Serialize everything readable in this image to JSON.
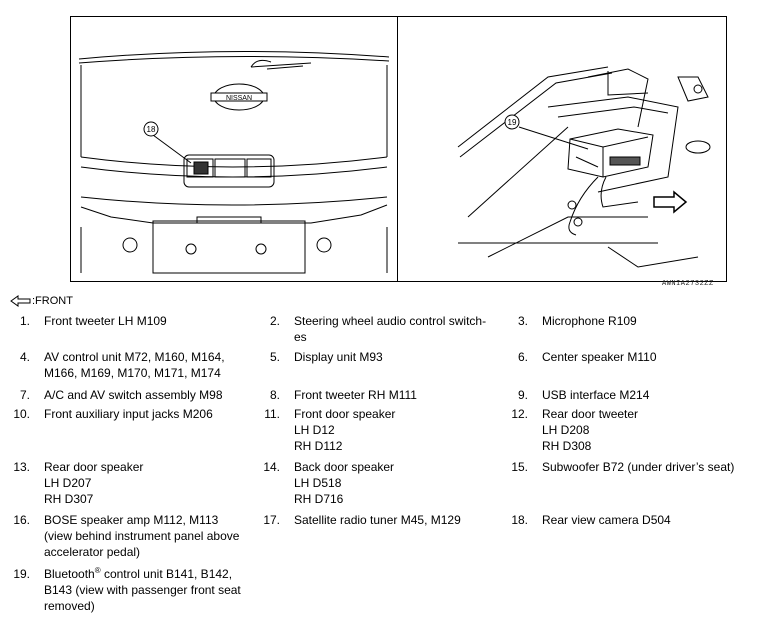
{
  "figure": {
    "left_callout": "18",
    "right_callout": "19",
    "badge_text": "NISSAN",
    "figure_id": "AWNIA2732ZZ"
  },
  "front_label": ":FRONT",
  "legend": [
    {
      "num": "1.",
      "text": "Front tweeter LH M109"
    },
    {
      "num": "2.",
      "text": "Steering wheel audio control switch-\nes"
    },
    {
      "num": "3.",
      "text": "Microphone R109"
    },
    {
      "num": "4.",
      "text": "AV control unit M72, M160, M164,\nM166, M169, M170, M171, M174"
    },
    {
      "num": "5.",
      "text": "Display unit M93"
    },
    {
      "num": "6.",
      "text": "Center speaker M110"
    },
    {
      "num": "7.",
      "text": "A/C and AV switch assembly M98"
    },
    {
      "num": "8.",
      "text": "Front tweeter RH M111"
    },
    {
      "num": "9.",
      "text": "USB interface M214"
    },
    {
      "num": "10.",
      "text": "Front auxiliary input jacks M206"
    },
    {
      "num": "11.",
      "text": "Front door speaker\nLH D12\nRH D112"
    },
    {
      "num": "12.",
      "text": "Rear door tweeter\nLH D208\nRH D308"
    },
    {
      "num": "13.",
      "text": "Rear door speaker\nLH D207\nRH D307"
    },
    {
      "num": "14.",
      "text": "Back door speaker\nLH D518\nRH D716"
    },
    {
      "num": "15.",
      "text": "Subwoofer B72 (under driver’s seat)"
    },
    {
      "num": "16.",
      "text": "BOSE speaker amp M112, M113\n(view behind instrument panel above\naccelerator pedal)"
    },
    {
      "num": "17.",
      "text": "Satellite radio tuner M45, M129"
    },
    {
      "num": "18.",
      "text": "Rear view camera D504"
    },
    {
      "num": "19.",
      "text_parts": [
        "Bluetooth",
        "®",
        " control unit B141, B142,\nB143 (view with passenger front seat\nremoved)"
      ]
    }
  ]
}
